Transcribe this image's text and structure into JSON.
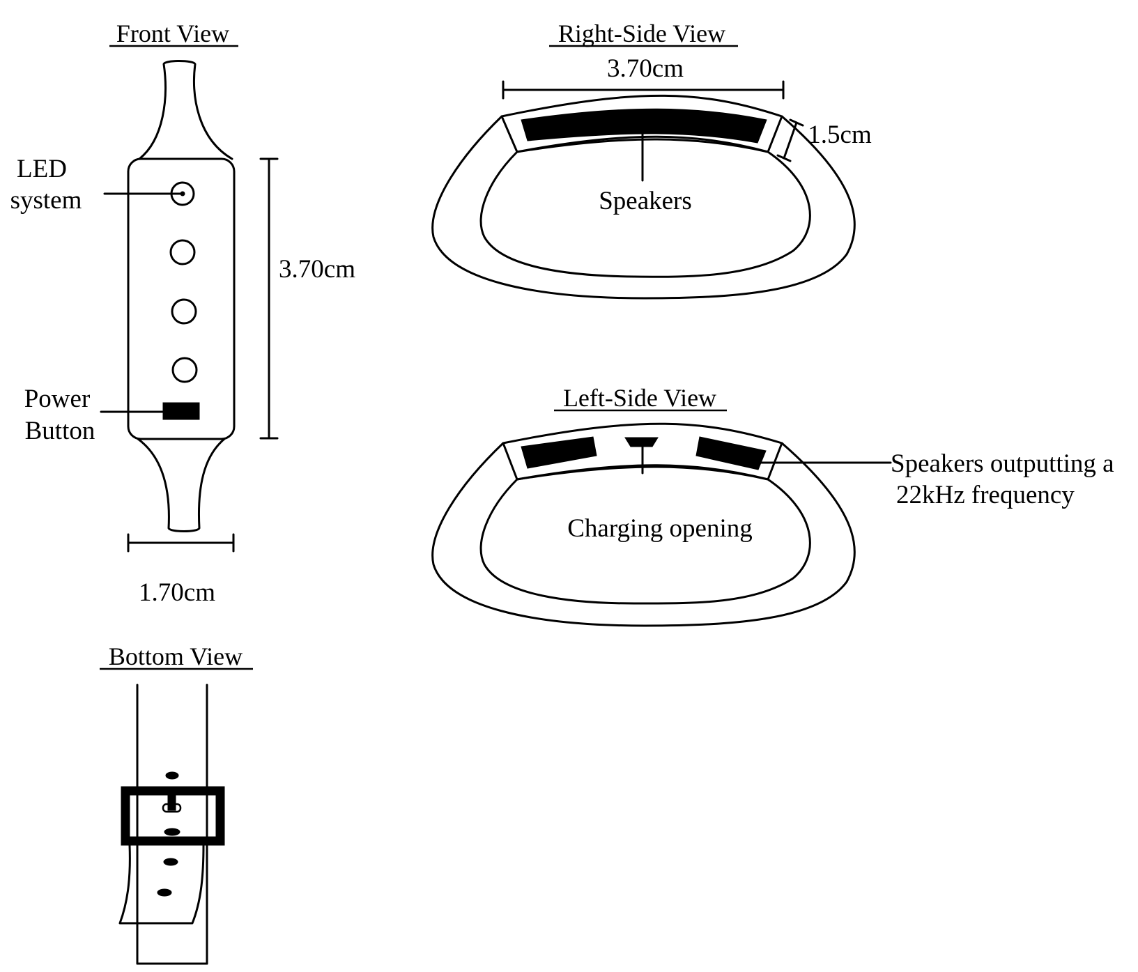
{
  "views": {
    "front": "Front View",
    "right_side": "Right-Side View",
    "left_side": "Left-Side View",
    "bottom": "Bottom View"
  },
  "labels": {
    "led_line1": "LED",
    "led_line2": "system",
    "power_line1": "Power",
    "power_line2": "Button",
    "speakers": "Speakers",
    "charging": "Charging opening",
    "speakers_freq_line1": "Speakers outputting a",
    "speakers_freq_line2": "22kHz frequency"
  },
  "dimensions": {
    "front_height": "3.70cm",
    "front_width": "1.70cm",
    "right_width": "3.70cm",
    "right_depth": "1.5cm"
  }
}
